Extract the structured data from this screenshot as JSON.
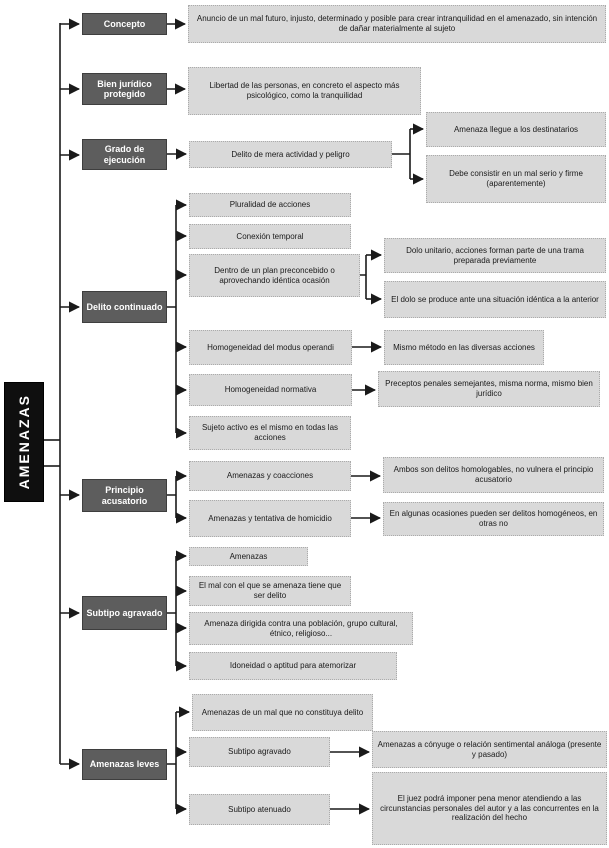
{
  "diagram": {
    "root_label": "AMENAZAS",
    "branches": [
      {
        "label": "Concepto",
        "children": [
          {
            "label": "Anuncio de un mal futuro, injusto, determinado y posible para crear intranquilidad en el amenazado, sin intención de dañar materialmente al sujeto"
          }
        ]
      },
      {
        "label": "Bien jurídico protegido",
        "children": [
          {
            "label": "Libertad de las personas, en concreto el aspecto más psicológico, como la tranquilidad"
          }
        ]
      },
      {
        "label": "Grado de ejecución",
        "children": [
          {
            "label": "Delito de mera actividad y peligro",
            "children": [
              {
                "label": "Amenaza llegue a los destinatarios"
              },
              {
                "label": "Debe consistir en un mal serio y firme (aparentemente)"
              }
            ]
          }
        ]
      },
      {
        "label": "Delito continuado",
        "children": [
          {
            "label": "Pluralidad de acciones"
          },
          {
            "label": "Conexión temporal"
          },
          {
            "label": "Dentro de un plan preconcebido o aprovechando idéntica ocasión",
            "children": [
              {
                "label": "Dolo unitario, acciones forman parte de una trama preparada previamente"
              },
              {
                "label": "El dolo se produce ante una situación idéntica a la anterior"
              }
            ]
          },
          {
            "label": "Homogeneidad del modus operandi",
            "children": [
              {
                "label": "Mismo método en las diversas acciones"
              }
            ]
          },
          {
            "label": "Homogeneidad normativa",
            "children": [
              {
                "label": "Preceptos penales semejantes, misma norma, mismo bien jurídico"
              }
            ]
          },
          {
            "label": "Sujeto activo es el mismo en todas las acciones"
          }
        ]
      },
      {
        "label": "Principio acusatorio",
        "children": [
          {
            "label": "Amenazas y coacciones",
            "children": [
              {
                "label": "Ambos son delitos homologables, no vulnera el principio acusatorio"
              }
            ]
          },
          {
            "label": "Amenazas y tentativa de homicidio",
            "children": [
              {
                "label": "En algunas ocasiones pueden ser delitos homogéneos, en otras no"
              }
            ]
          }
        ]
      },
      {
        "label": "Subtipo agravado",
        "children": [
          {
            "label": "Amenazas"
          },
          {
            "label": "El mal con el que se amenaza tiene que ser delito"
          },
          {
            "label": "Amenaza dirigida contra una población, grupo cultural, étnico, religioso..."
          },
          {
            "label": "Idoneidad o aptitud para atemorizar"
          }
        ]
      },
      {
        "label": "Amenazas leves",
        "children": [
          {
            "label": "Amenazas de un mal que no constituya delito"
          },
          {
            "label": "Subtipo agravado",
            "children": [
              {
                "label": "Amenazas a cónyuge o relación sentimental análoga (presente y pasado)"
              }
            ]
          },
          {
            "label": "Subtipo atenuado",
            "children": [
              {
                "label": "El juez podrá imponer pena menor atendiendo a las circunstancias personales del autor y a las concurrentes en la realización del hecho"
              }
            ]
          }
        ]
      }
    ],
    "colors": {
      "root_bg": "#0f0f0f",
      "category_bg": "#5d5d5d",
      "detail_bg": "#d9d9d9",
      "connector": "#1a1a1a",
      "text_on_dark": "#ffffff",
      "text_on_light": "#1a1a1a"
    }
  }
}
